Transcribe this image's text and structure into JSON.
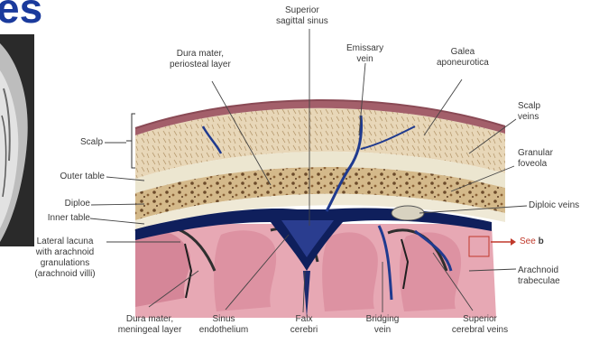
{
  "title_fragment": "es",
  "labels": {
    "superior_sagittal_sinus": [
      "Superior",
      "sagittal sinus"
    ],
    "dura_periosteal": [
      "Dura mater,",
      "periosteal layer"
    ],
    "emissary_vein": [
      "Emissary",
      "vein"
    ],
    "galea": [
      "Galea",
      "aponeurotica"
    ],
    "scalp_veins": [
      "Scalp",
      "veins"
    ],
    "scalp": "Scalp",
    "outer_table": "Outer table",
    "granular_foveola": [
      "Granular",
      "foveola"
    ],
    "diploe": "Diploe",
    "diploic_veins": "Diploic veins",
    "inner_table": "Inner table",
    "lateral_lacuna": [
      "Lateral lacuna",
      "with arachnoid",
      "granulations",
      "(arachnoid villi)"
    ],
    "see_b": "See",
    "see_b_bold": "b",
    "arachnoid_trabeculae": [
      "Arachnoid",
      "trabeculae"
    ],
    "dura_meningeal": [
      "Dura mater,",
      "meningeal layer"
    ],
    "sinus_endothelium": [
      "Sinus",
      "endothelium"
    ],
    "falx_cerebri": [
      "Falx",
      "cerebri"
    ],
    "bridging_vein": [
      "Bridging",
      "vein"
    ],
    "superior_cerebral_veins": [
      "Superior",
      "cerebral veins"
    ]
  },
  "colors": {
    "scalp": "#d7a1a6",
    "scalp_top": "#a35f6a",
    "galea": "#e8d2c4",
    "outer_table": "#e9e2c9",
    "diploe": "#c8a977",
    "inner_table": "#e7e1cc",
    "dura_sinus": "#0f1f5c",
    "brain": "#e7a8b4",
    "pia": "#2f2f2f",
    "see_arrow": "#c0392b",
    "title": "#1a3a9c"
  }
}
